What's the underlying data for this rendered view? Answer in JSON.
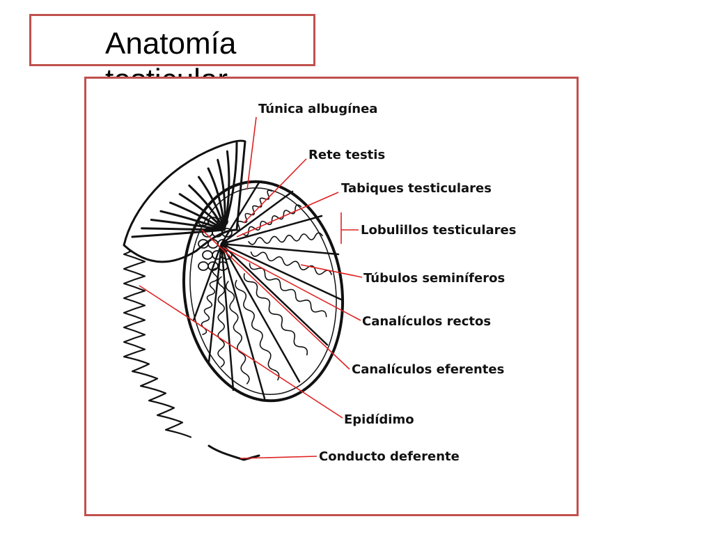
{
  "slide": {
    "title": "Anatomía\ntesticular"
  },
  "diagram": {
    "labels": {
      "tunica_albuginea": "Túnica albugínea",
      "rete_testis": "Rete testis",
      "tabiques": "Tabiques testiculares",
      "lobulillos": "Lobulillos testiculares",
      "tubulos": "Túbulos seminíferos",
      "canaliculos_rectos": "Canalículos rectos",
      "canaliculos_eferentes": "Canalículos eferentes",
      "epididimo": "Epidídimo",
      "conducto_deferente": "Conducto deferente"
    },
    "colors": {
      "frame": "#c0504d",
      "leader": "#e02020",
      "ink": "#111111"
    }
  }
}
